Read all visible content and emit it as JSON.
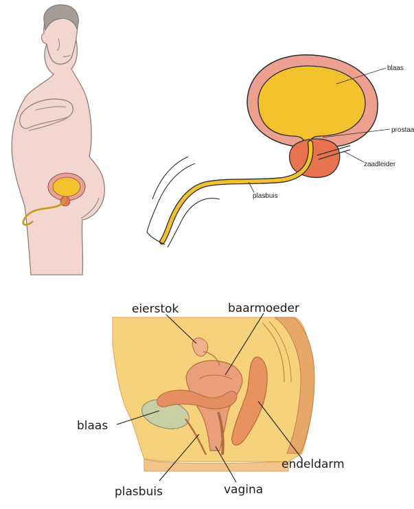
{
  "male": {
    "labels": {
      "bladder": "blaas",
      "prostate": "prostaat",
      "vas_deferens": "zaadleider",
      "urethra": "plasbuis"
    }
  },
  "female": {
    "labels": {
      "ovary": "eierstok",
      "uterus": "baarmoeder",
      "bladder": "blaas",
      "rectum": "endeldarm",
      "urethra": "plasbuis",
      "vagina": "vagina"
    }
  },
  "colors": {
    "skin": "#f3d6cf",
    "bladder_fill": "#f2c12e",
    "bladder_wall": "#eea090",
    "prostate": "#e8734e",
    "tissue": "#f6d27c",
    "organ_pink": "#e9a07a"
  }
}
